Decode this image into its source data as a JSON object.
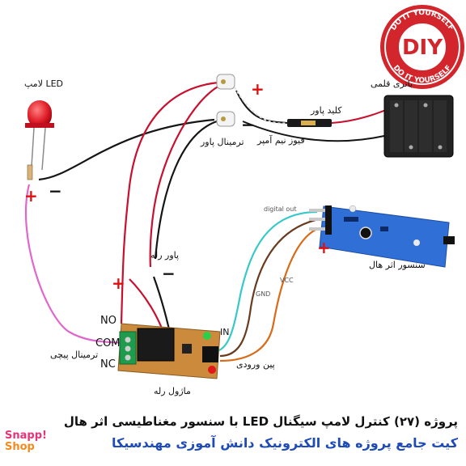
{
  "labels": {
    "led_lamp": "لامپ LED",
    "battery": "باتری قلمی",
    "power_switch": "کلید پاور",
    "fuse": "فیوز نیم آمپر",
    "power_terminal": "ترمینال پاور",
    "relay_power": "پاور رله",
    "screw_terminal": "ترمینال پیچی",
    "relay_module": "ماژول رله",
    "input_pin": "پین ورودی",
    "hall_sensor": "سنسور اثر هال",
    "digital_out": "digital out",
    "vcc": "VCC",
    "gnd": "GND",
    "in": "IN",
    "no": "NO",
    "com": "COM",
    "nc": "NC",
    "plus": "+",
    "minus": "−"
  },
  "badge": {
    "text": "DIY",
    "ring_top": "DO IT YOURSELF",
    "ring_bottom": "DO IT YOURSELF"
  },
  "caption": "پروژه (۲۷) کنترل لامپ سیگنال LED با سنسور مغناطیسی اثر هال",
  "subtitle": "کیت جامع پروژه های الکترونیک دانش آموزی مهندسیکا",
  "brand": {
    "line1": "Snapp!",
    "line2": "Shop"
  },
  "colors": {
    "red_wire": "#c8102e",
    "black_wire": "#151515",
    "pink_wire": "#e066cc",
    "cyan_wire": "#37c8c8",
    "brown_wire": "#6b3a1e",
    "orange_wire": "#d86a18",
    "pcb": "#2f6fd6",
    "caption_blue": "#1e4bb8",
    "badge_red": "#d3262c"
  }
}
